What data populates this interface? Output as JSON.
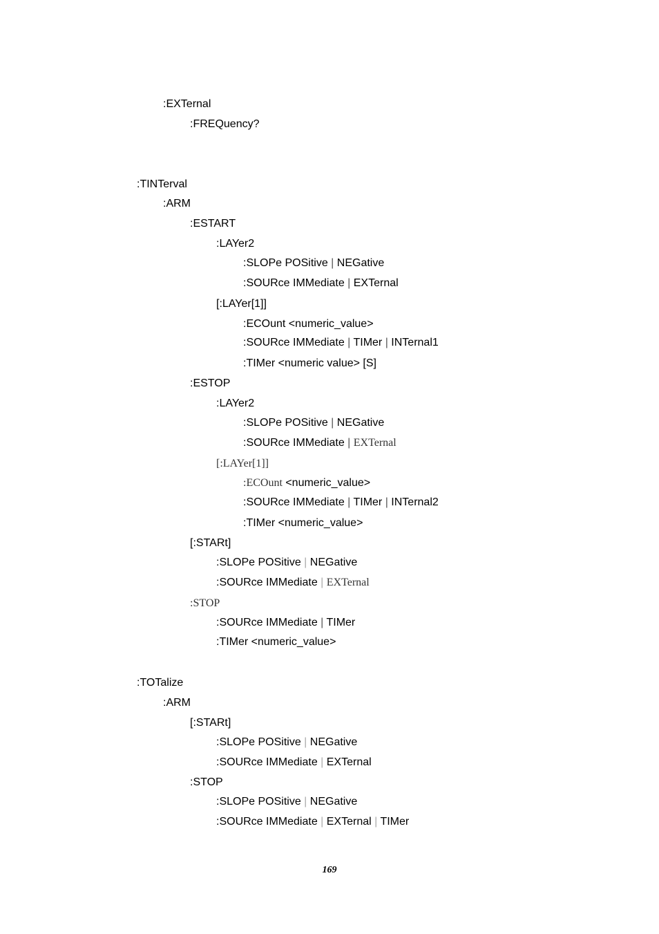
{
  "lines": [
    {
      "segments": [
        {
          "text": ":EXTernal"
        }
      ]
    },
    {
      "segments": [
        {
          "text": ":FREQuency?"
        }
      ]
    },
    {
      "segments": [
        {
          "text": ":TINTerval"
        }
      ]
    },
    {
      "segments": [
        {
          "text": ":ARM"
        }
      ]
    },
    {
      "segments": [
        {
          "text": ":ESTART"
        }
      ]
    },
    {
      "segments": [
        {
          "text": ":LAYer2"
        }
      ]
    },
    {
      "segments": [
        {
          "text": ":SLOPe POSitive "
        },
        {
          "text": "|",
          "sep": true
        },
        {
          "text": " NEGative"
        }
      ]
    },
    {
      "segments": [
        {
          "text": ":SOURce IMMediate "
        },
        {
          "text": "|",
          "sep": true
        },
        {
          "text": " EXTernal"
        }
      ]
    },
    {
      "segments": [
        {
          "text": "[:LAYer[1]]"
        }
      ]
    },
    {
      "segments": [
        {
          "text": ":ECOunt <numeric_value>"
        }
      ]
    },
    {
      "segments": [
        {
          "text": ":SOURce IMMediate "
        },
        {
          "text": "|",
          "sep": true
        },
        {
          "text": " TIMer "
        },
        {
          "text": "|",
          "sep": true
        },
        {
          "text": " INTernal1"
        }
      ]
    },
    {
      "segments": [
        {
          "text": ":TIMer <numeric value> [S]"
        }
      ]
    },
    {
      "segments": [
        {
          "text": ":ESTOP"
        }
      ]
    },
    {
      "segments": [
        {
          "text": ":LAYer2"
        }
      ]
    },
    {
      "segments": [
        {
          "text": ":SLOPe POSitive "
        },
        {
          "text": "|",
          "sep": true
        },
        {
          "text": " NEGative"
        }
      ]
    },
    {
      "segments": [
        {
          "text": ":SOURce IMMediate "
        },
        {
          "text": "|",
          "sep": true
        },
        {
          "text": " "
        },
        {
          "text": "EXTernal",
          "serif": true
        }
      ]
    },
    {
      "segments": [
        {
          "text": "[:LAYer[1]]",
          "serif": true
        }
      ]
    },
    {
      "segments": [
        {
          "text": ":ECOunt",
          "serif": true
        },
        {
          "text": " <numeric_value>"
        }
      ]
    },
    {
      "segments": [
        {
          "text": ":SOURce IMMediate "
        },
        {
          "text": "|",
          "sep": true
        },
        {
          "text": " TIMer "
        },
        {
          "text": "|",
          "sep": true
        },
        {
          "text": " INTernal2"
        }
      ]
    },
    {
      "segments": [
        {
          "text": ":TIMer <numeric_value>"
        }
      ]
    },
    {
      "segments": [
        {
          "text": "[:STARt]"
        }
      ]
    },
    {
      "segments": [
        {
          "text": ":SLOPe POSitive "
        },
        {
          "text": "|",
          "sep": true,
          "light": true
        },
        {
          "text": " NEGative"
        }
      ]
    },
    {
      "segments": [
        {
          "text": ":SOURce IMMediate "
        },
        {
          "text": "|",
          "sep": true,
          "light": true
        },
        {
          "text": " "
        },
        {
          "text": "EXTernal",
          "serif": true
        }
      ]
    },
    {
      "segments": [
        {
          "text": ":STOP",
          "serif": true
        }
      ]
    },
    {
      "segments": [
        {
          "text": ":SOURce IMMediate "
        },
        {
          "text": "|",
          "sep": true
        },
        {
          "text": " TIMer"
        }
      ]
    },
    {
      "segments": [
        {
          "text": ":TIMer <numeric_value>"
        }
      ]
    },
    {
      "segments": [
        {
          "text": ":TOTalize"
        }
      ]
    },
    {
      "segments": [
        {
          "text": ":ARM"
        }
      ]
    },
    {
      "segments": [
        {
          "text": "[:STARt]"
        }
      ]
    },
    {
      "segments": [
        {
          "text": ":SLOPe POSitive "
        },
        {
          "text": "|",
          "sep": true,
          "light": true
        },
        {
          "text": " NEGative"
        }
      ]
    },
    {
      "segments": [
        {
          "text": ":SOURce IMMediate "
        },
        {
          "text": "|",
          "sep": true,
          "light": true
        },
        {
          "text": " EXTernal"
        }
      ]
    },
    {
      "segments": [
        {
          "text": ":STOP"
        }
      ]
    },
    {
      "segments": [
        {
          "text": ":SLOPe POSitive "
        },
        {
          "text": "|",
          "sep": true,
          "light": true
        },
        {
          "text": " NEGative"
        }
      ]
    },
    {
      "segments": [
        {
          "text": ":SOURce IMMediate "
        },
        {
          "text": "|",
          "sep": true,
          "light": true
        },
        {
          "text": " EXTernal "
        },
        {
          "text": "|",
          "sep": true,
          "light": true
        },
        {
          "text": " TIMer"
        }
      ]
    }
  ],
  "page_number": "169"
}
